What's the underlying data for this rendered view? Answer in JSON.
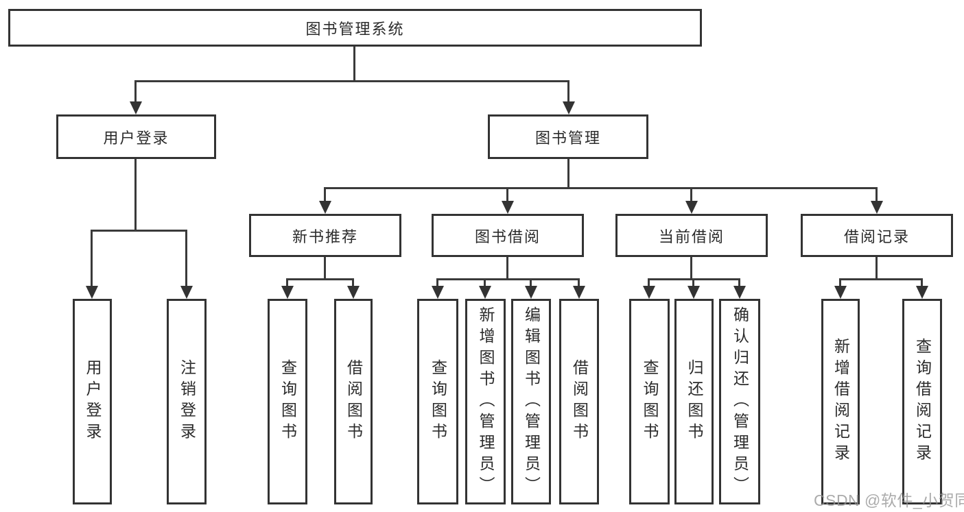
{
  "diagram": {
    "title": "图书管理系统",
    "watermark": "CSDN @软件_小贺同学",
    "colors": {
      "background": "#ffffff",
      "border": "#333333",
      "line": "#3a3a3a",
      "text": "#2b2b2b",
      "watermark": "#949494"
    },
    "nodes": {
      "root": "图书管理系统",
      "level2": {
        "user": "用户登录",
        "book": "图书管理"
      },
      "level3": {
        "recommend": "新书推荐",
        "borrow": "图书借阅",
        "current": "当前借阅",
        "record": "借阅记录"
      },
      "leaves": {
        "user": [
          "用户登录",
          "注销登录"
        ],
        "recommend": [
          "查询图书",
          "借阅图书"
        ],
        "borrow": [
          "查询图书",
          "新增图书（管理员）",
          "编辑图书（管理员）",
          "借阅图书"
        ],
        "current": [
          "查询图书",
          "归还图书",
          "确认归还（管理员）"
        ],
        "record": [
          "新增借阅记录",
          "查询借阅记录"
        ]
      }
    }
  }
}
